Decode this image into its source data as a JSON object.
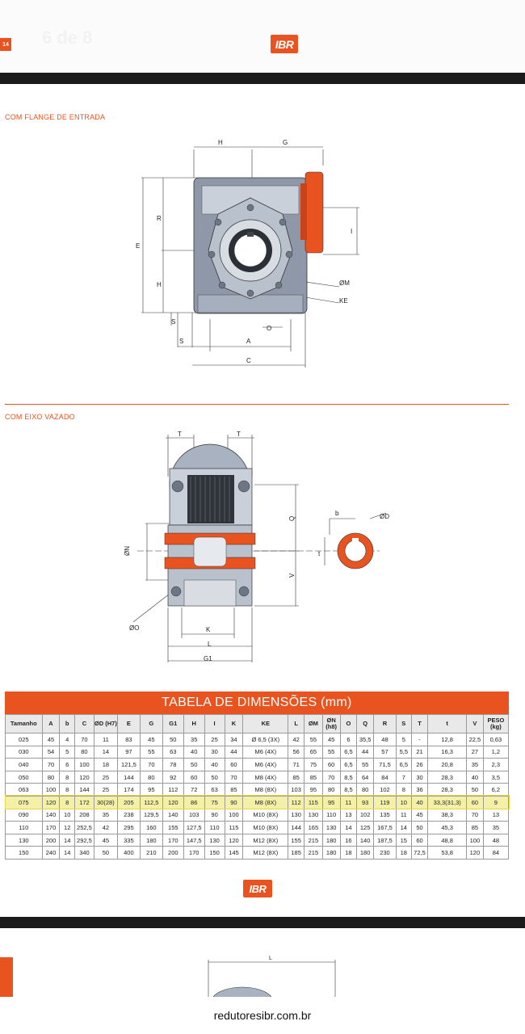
{
  "header": {
    "page_number": "14",
    "page_label": "6 de 8",
    "logo_text": "IBR"
  },
  "section1": {
    "title": "COM FLANGE DE ENTRADA"
  },
  "section2": {
    "title": "COM EIXO VAZADO"
  },
  "drawing1_labels": {
    "H": "H",
    "G": "G",
    "R": "R",
    "E": "E",
    "I": "I",
    "H2": "H",
    "OM": "ØM",
    "KE": "KE",
    "S": "S",
    "S2": "S",
    "O": "O",
    "A": "A",
    "C": "C"
  },
  "drawing2_labels": {
    "T": "T",
    "T2": "T",
    "Q": "Q",
    "ON": "ØN",
    "V": "V",
    "OO": "ØO",
    "K": "K",
    "L": "L",
    "G1": "G1",
    "b": "b",
    "OD": "ØD",
    "t": "t"
  },
  "drawing3_labels": {
    "L": "L"
  },
  "table": {
    "title": "TABELA DE DIMENSÕES (mm)",
    "headers": [
      "Tamanho",
      "A",
      "b",
      "C",
      "ØD (H7)",
      "E",
      "G",
      "G1",
      "H",
      "I",
      "K",
      "KE",
      "L",
      "ØM",
      "ØN (h8)",
      "O",
      "Q",
      "R",
      "S",
      "T",
      "t",
      "V",
      "PESO (kg)"
    ],
    "rows": [
      [
        "025",
        "45",
        "4",
        "70",
        "11",
        "83",
        "45",
        "50",
        "35",
        "25",
        "34",
        "Ø 6,5 (3X)",
        "42",
        "55",
        "45",
        "6",
        "35,5",
        "48",
        "5",
        "-",
        "12,8",
        "22,5",
        "0,63"
      ],
      [
        "030",
        "54",
        "5",
        "80",
        "14",
        "97",
        "55",
        "63",
        "40",
        "30",
        "44",
        "M6 (4X)",
        "56",
        "65",
        "55",
        "6,5",
        "44",
        "57",
        "5,5",
        "21",
        "16,3",
        "27",
        "1,2"
      ],
      [
        "040",
        "70",
        "6",
        "100",
        "18",
        "121,5",
        "70",
        "78",
        "50",
        "40",
        "60",
        "M6 (4X)",
        "71",
        "75",
        "60",
        "6,5",
        "55",
        "71,5",
        "6,5",
        "26",
        "20,8",
        "35",
        "2,3"
      ],
      [
        "050",
        "80",
        "8",
        "120",
        "25",
        "144",
        "80",
        "92",
        "60",
        "50",
        "70",
        "M8 (4X)",
        "85",
        "85",
        "70",
        "8,5",
        "64",
        "84",
        "7",
        "30",
        "28,3",
        "40",
        "3,5"
      ],
      [
        "063",
        "100",
        "8",
        "144",
        "25",
        "174",
        "95",
        "112",
        "72",
        "63",
        "85",
        "M8 (8X)",
        "103",
        "95",
        "80",
        "8,5",
        "80",
        "102",
        "8",
        "36",
        "28,3",
        "50",
        "6,2"
      ],
      [
        "075",
        "120",
        "8",
        "172",
        "30(28)",
        "205",
        "112,5",
        "120",
        "86",
        "75",
        "90",
        "M8 (8X)",
        "112",
        "115",
        "95",
        "11",
        "93",
        "119",
        "10",
        "40",
        "33,3(31,3)",
        "60",
        "9"
      ],
      [
        "090",
        "140",
        "10",
        "208",
        "35",
        "238",
        "129,5",
        "140",
        "103",
        "90",
        "100",
        "M10 (8X)",
        "130",
        "130",
        "110",
        "13",
        "102",
        "135",
        "11",
        "45",
        "38,3",
        "70",
        "13"
      ],
      [
        "110",
        "170",
        "12",
        "252,5",
        "42",
        "295",
        "160",
        "155",
        "127,5",
        "110",
        "115",
        "M10 (8X)",
        "144",
        "165",
        "130",
        "14",
        "125",
        "167,5",
        "14",
        "50",
        "45,3",
        "85",
        "35"
      ],
      [
        "130",
        "200",
        "14",
        "292,5",
        "45",
        "335",
        "180",
        "170",
        "147,5",
        "130",
        "120",
        "M12 (8X)",
        "155",
        "215",
        "180",
        "16",
        "140",
        "187,5",
        "15",
        "60",
        "48,8",
        "100",
        "48"
      ],
      [
        "150",
        "240",
        "14",
        "340",
        "50",
        "400",
        "210",
        "200",
        "170",
        "150",
        "145",
        "M12 (8X)",
        "185",
        "215",
        "180",
        "18",
        "180",
        "230",
        "18",
        "72,5",
        "53,8",
        "120",
        "84"
      ]
    ],
    "highlighted_row": "075"
  },
  "footer": {
    "url": "redutoresibr.com.br"
  },
  "colors": {
    "accent": "#e8531f",
    "highlight": "#f4f1a6",
    "bar": "#1b1b1b"
  }
}
